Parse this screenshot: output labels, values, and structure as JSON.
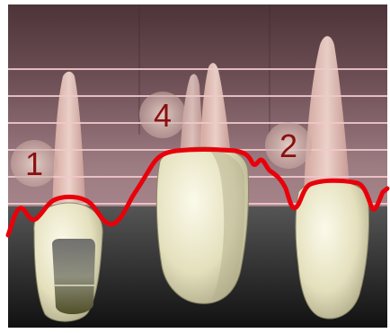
{
  "markers": [
    {
      "label": "1",
      "meaning": ""
    },
    {
      "label": "4",
      "meaning": ""
    },
    {
      "label": "2",
      "meaning": ""
    }
  ],
  "colors": {
    "background_top": "#5a3c42",
    "background_mid": "#a07d84",
    "gum_line": "#e8000a",
    "horizontal_lines": "#f2c8cc",
    "lower_background": "#1c1c1c",
    "tooth_crown": "#e8e4c0",
    "root": "#f0cfc6",
    "marker_text": "#8a1010",
    "marker_circle": "#d9c0b8"
  },
  "teeth": [
    {
      "name": "left-crowned-tooth",
      "has_restoration": true
    },
    {
      "name": "center-tooth",
      "has_restoration": false
    },
    {
      "name": "right-tooth",
      "has_restoration": false
    }
  ]
}
